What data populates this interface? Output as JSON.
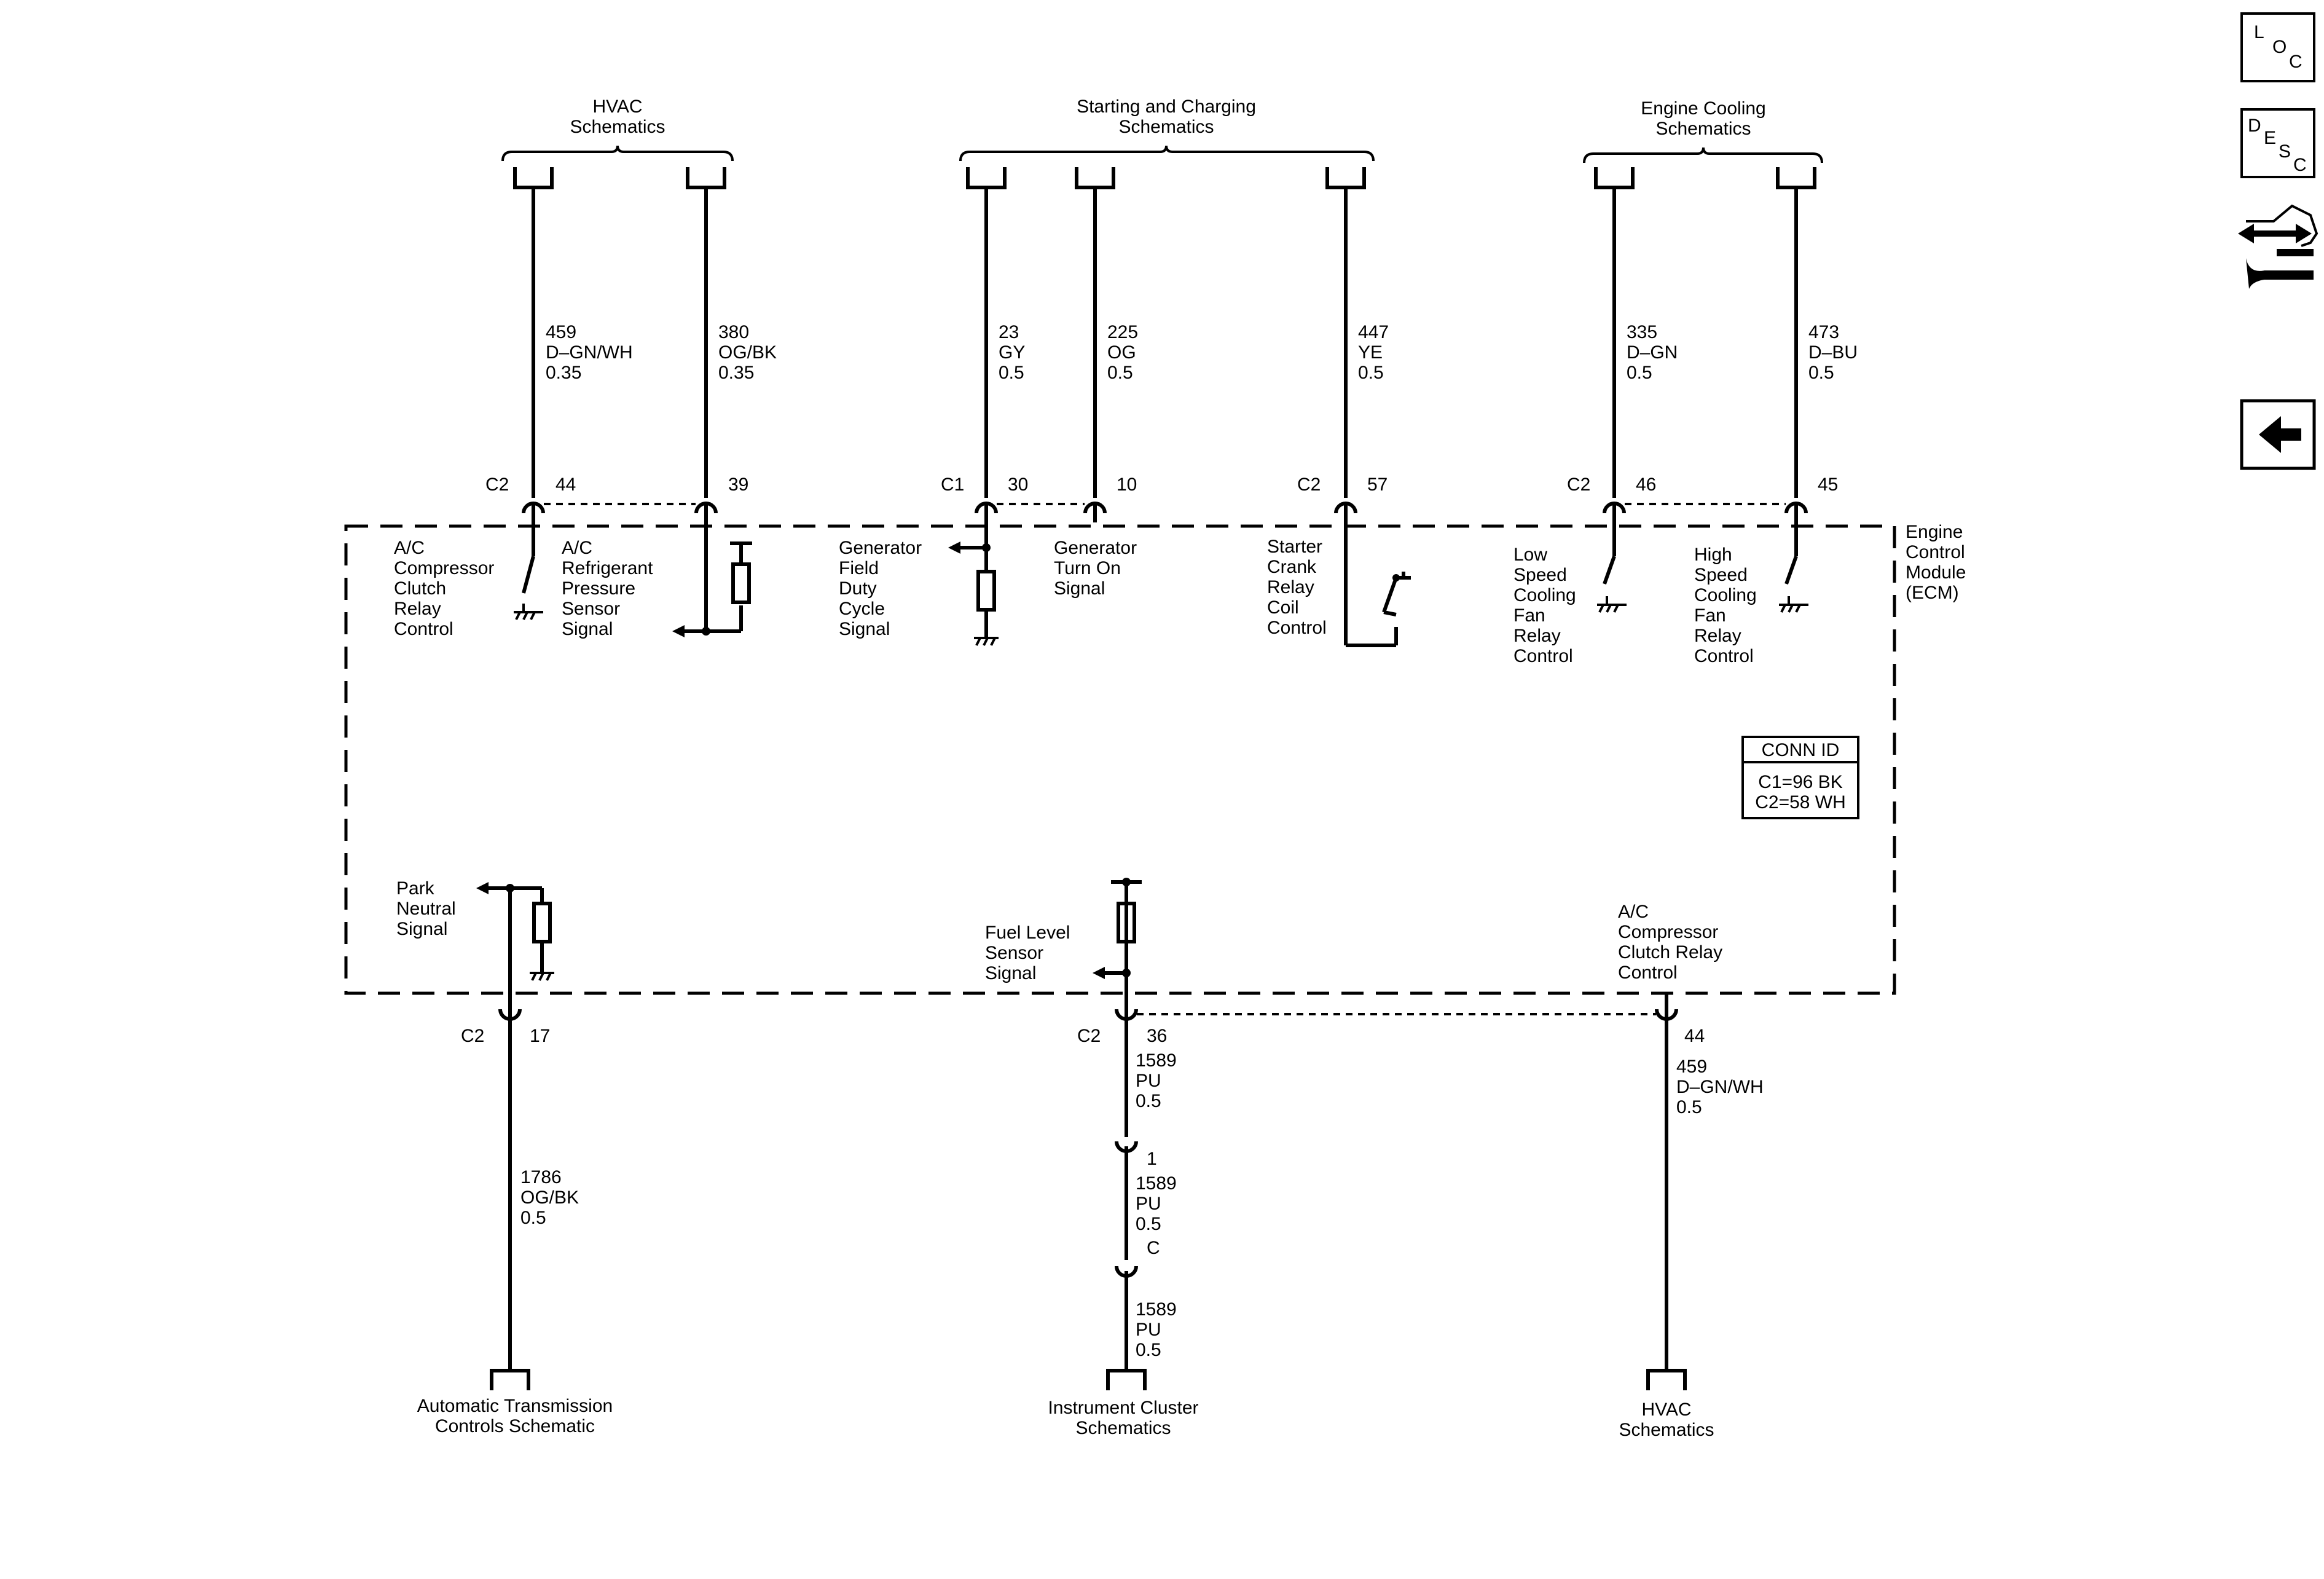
{
  "top_references": {
    "hvac": [
      "HVAC",
      "Schematics"
    ],
    "starting": [
      "Starting and Charging",
      "Schematics"
    ],
    "cooling": [
      "Engine Cooling",
      "Schematics"
    ]
  },
  "bottom_references": {
    "trans": [
      "Automatic Transmission",
      "Controls Schematic"
    ],
    "cluster": [
      "Instrument Cluster",
      "Schematics"
    ],
    "hvac": [
      "HVAC",
      "Schematics"
    ]
  },
  "top_wires": [
    {
      "circuit": "459",
      "color": "D–GN/WH",
      "gauge": "0.35",
      "connector": "C2",
      "pin": "44"
    },
    {
      "circuit": "380",
      "color": "OG/BK",
      "gauge": "0.35",
      "connector": "",
      "pin": "39"
    },
    {
      "circuit": "23",
      "color": "GY",
      "gauge": "0.5",
      "connector": "C1",
      "pin": "30"
    },
    {
      "circuit": "225",
      "color": "OG",
      "gauge": "0.5",
      "connector": "",
      "pin": "10"
    },
    {
      "circuit": "447",
      "color": "YE",
      "gauge": "0.5",
      "connector": "C2",
      "pin": "57"
    },
    {
      "circuit": "335",
      "color": "D–GN",
      "gauge": "0.5",
      "connector": "C2",
      "pin": "46"
    },
    {
      "circuit": "473",
      "color": "D–BU",
      "gauge": "0.5",
      "connector": "",
      "pin": "45"
    }
  ],
  "ecm_functions": {
    "ac_clutch_relay": [
      "A/C",
      "Compressor",
      "Clutch",
      "Relay",
      "Control"
    ],
    "ac_pressure": [
      "A/C",
      "Refrigerant",
      "Pressure",
      "Sensor",
      "Signal"
    ],
    "gen_field": [
      "Generator",
      "Field",
      "Duty",
      "Cycle",
      "Signal"
    ],
    "gen_turn_on": [
      "Generator",
      "Turn On",
      "Signal"
    ],
    "starter_relay": [
      "Starter",
      "Crank",
      "Relay",
      "Coil",
      "Control"
    ],
    "low_fan": [
      "Low",
      "Speed",
      "Cooling",
      "Fan",
      "Relay",
      "Control"
    ],
    "high_fan": [
      "High",
      "Speed",
      "Cooling",
      "Fan",
      "Relay",
      "Control"
    ],
    "park_neutral": [
      "Park",
      "Neutral",
      "Signal"
    ],
    "fuel_level": [
      "Fuel Level",
      "Sensor",
      "Signal"
    ],
    "ac_clutch_relay_2": [
      "A/C",
      "Compressor",
      "Clutch Relay",
      "Control"
    ]
  },
  "module_name": [
    "Engine",
    "Control",
    "Module",
    "(ECM)"
  ],
  "conn_id": {
    "title": "CONN ID",
    "lines": [
      "C1=96 BK",
      "C2=58 WH"
    ]
  },
  "bottom_wires": {
    "park_neutral": {
      "connector": "C2",
      "pin": "17",
      "circuit": "1786",
      "color": "OG/BK",
      "gauge": "0.5"
    },
    "fuel_level": {
      "connector": "C2",
      "pin": "36",
      "circuit": "1589",
      "color": "PU",
      "gauge": "0.5"
    },
    "fuel_level_mid": {
      "pin": "1",
      "circuit": "1589",
      "color": "PU",
      "gauge": "0.5"
    },
    "fuel_level_low": {
      "pin": "C",
      "circuit": "1589",
      "color": "PU",
      "gauge": "0.5"
    },
    "ac_clutch": {
      "pin": "44",
      "circuit": "459",
      "color": "D–GN/WH",
      "gauge": "0.5"
    }
  },
  "nav_buttons": {
    "loc": [
      "L",
      "O",
      "C"
    ],
    "desc": [
      "D",
      "E",
      "S",
      "C"
    ]
  }
}
